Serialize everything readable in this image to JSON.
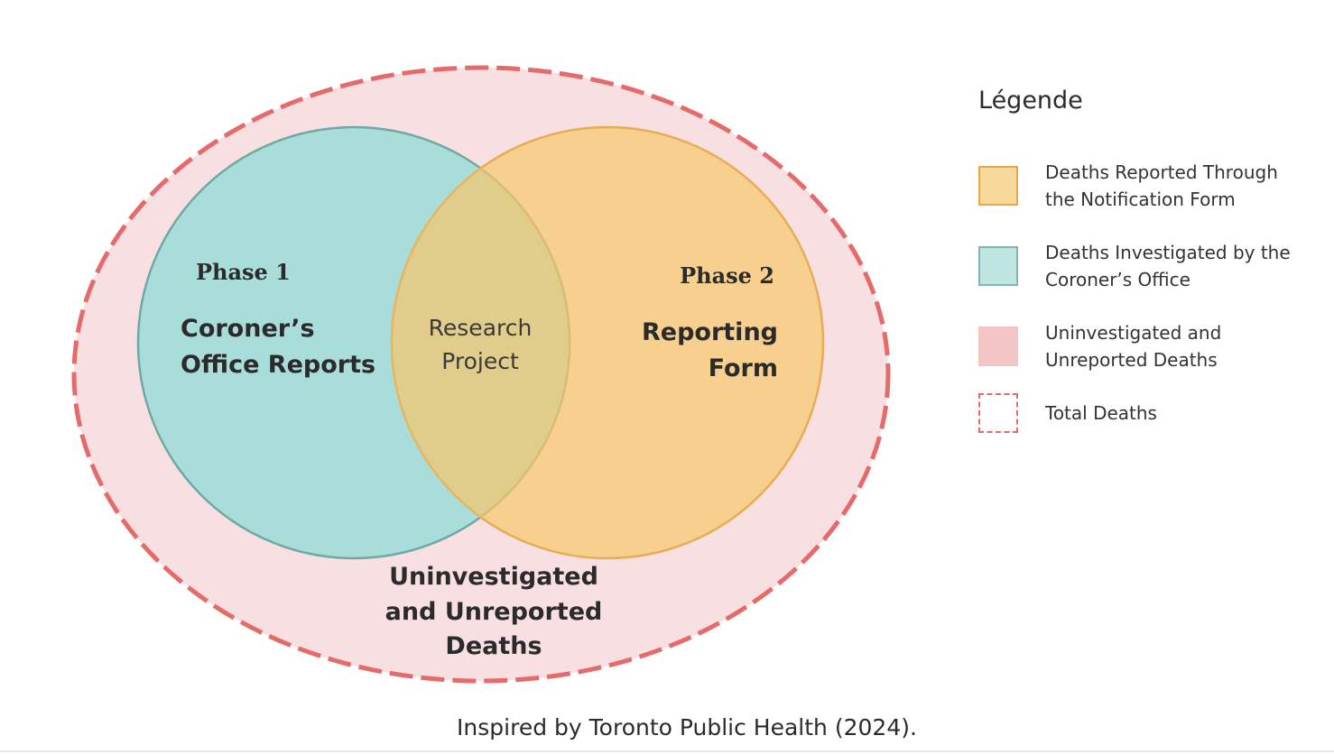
{
  "diagram": {
    "phase1": {
      "phase_label": "Phase 1",
      "title_lines": [
        "Coroner’s",
        "Office Reports"
      ]
    },
    "phase2": {
      "phase_label": "Phase 2",
      "title_lines": [
        "Reporting",
        "Form"
      ]
    },
    "overlap": {
      "label_lines": [
        "Research",
        "Project"
      ]
    },
    "outer": {
      "label_lines": [
        "Uninvestigated",
        "and Unreported",
        "Deaths"
      ]
    },
    "colors": {
      "teal_fill": "#a9ddd9",
      "teal_stroke": "#6fa9a4",
      "orange_fill": "#f7cf8f",
      "orange_stroke": "#e6ad55",
      "overlap_fill": "#e0cd8c",
      "pink_fill": "#f8e0e2",
      "pink_dash": "#e56b6b"
    }
  },
  "legend": {
    "title": "Légende",
    "items": [
      {
        "swatch": "orange",
        "lines": [
          "Deaths Reported Through",
          "the Notification Form"
        ]
      },
      {
        "swatch": "teal",
        "lines": [
          "Deaths Investigated by the",
          "Coroner’s Office"
        ]
      },
      {
        "swatch": "pink",
        "lines": [
          "Uninvestigated and",
          "Unreported Deaths"
        ]
      },
      {
        "swatch": "dash",
        "lines": [
          "Total Deaths"
        ]
      }
    ]
  },
  "caption": "Inspired by Toronto Public Health (2024)."
}
